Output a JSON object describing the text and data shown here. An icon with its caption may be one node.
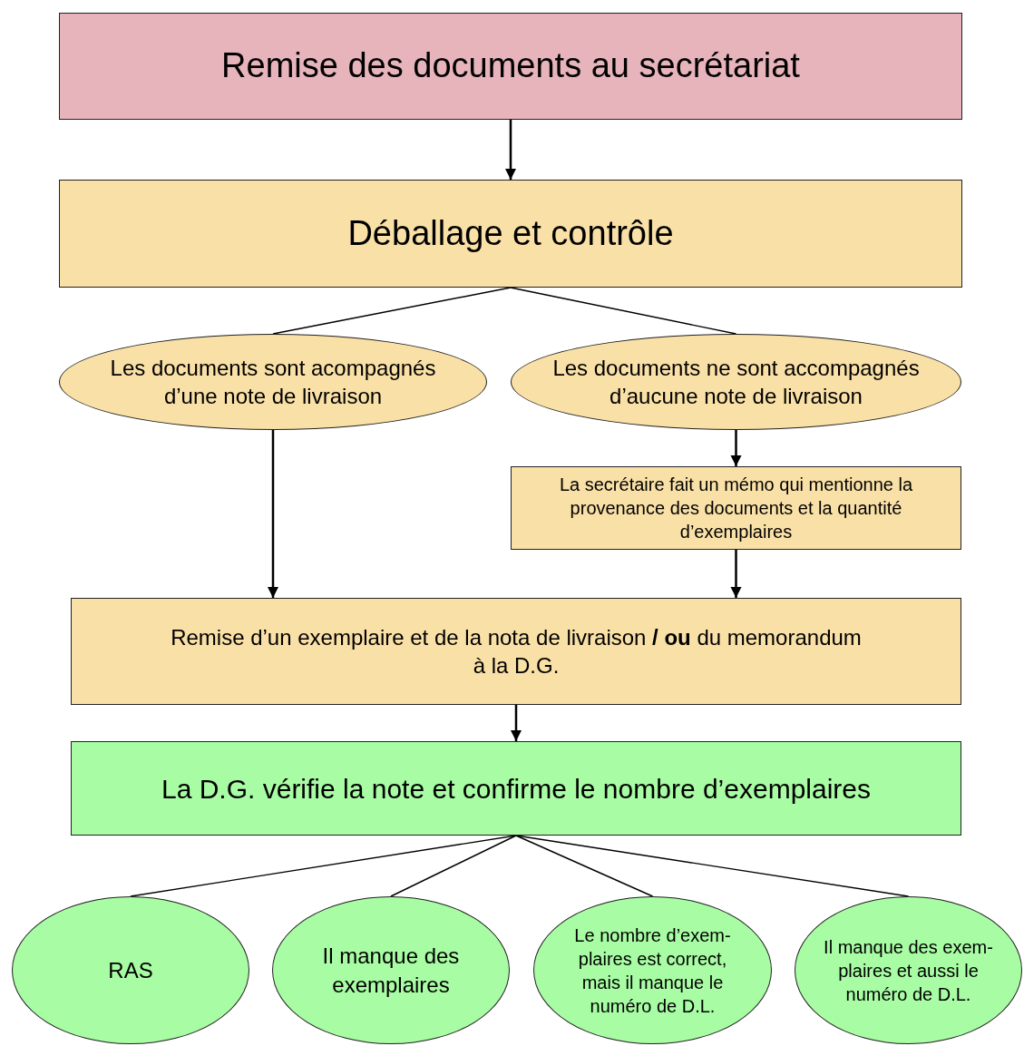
{
  "diagram": {
    "nodes": [
      {
        "text": [
          "Remise des documents au secrétariat"
        ]
      },
      {
        "text": [
          "Déballage et contrôle"
        ]
      },
      {
        "text": [
          "Les documents sont acompagnés d’une note de livraison"
        ]
      },
      {
        "text": [
          "Les documents ne sont accompagnés d’aucune note de livraison"
        ]
      },
      {
        "text": [
          "La secrétaire fait un mémo qui mentionne la provenance des documents et la quantité d’exemplaires"
        ]
      },
      {
        "text": [
          "Remise d’un exemplaire et de la nota de livraison **/ ou** du memorandum à la D.G."
        ]
      },
      {
        "text": [
          "La D.G. vérifie la note et confirme le nombre d’exemplaires"
        ]
      },
      {
        "text": [
          "RAS"
        ]
      },
      {
        "text": [
          "Il manque des exemplaires"
        ]
      },
      {
        "text": [
          "Le nombre d’exem- plaires est correct, mais il manque le numéro de D.L."
        ]
      },
      {
        "text": [
          "Il manque des exem- plaires et aussi le numéro de D.L."
        ]
      }
    ],
    "edges": [
      {
        "from": 0,
        "to": 1,
        "arrow": "to"
      },
      {
        "from": 1,
        "to": 2,
        "arrow": "none"
      },
      {
        "from": 1,
        "to": 3,
        "arrow": "none"
      },
      {
        "from": 2,
        "to": 5,
        "arrow": "to"
      },
      {
        "from": 3,
        "to": 4,
        "arrow": "to"
      },
      {
        "from": 4,
        "to": 5,
        "arrow": "to"
      },
      {
        "from": 5,
        "to": 6,
        "arrow": "to"
      },
      {
        "from": 6,
        "to": 7,
        "arrow": "none"
      },
      {
        "from": 6,
        "to": 8,
        "arrow": "none"
      },
      {
        "from": 6,
        "to": 9,
        "arrow": "none"
      },
      {
        "from": 6,
        "to": 10,
        "arrow": "none"
      }
    ]
  }
}
